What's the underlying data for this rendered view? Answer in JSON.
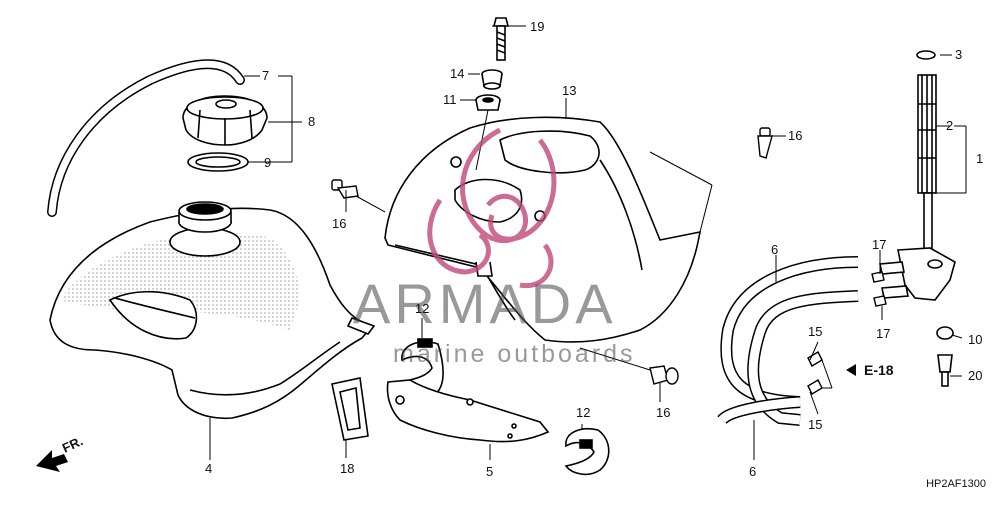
{
  "callouts": {
    "c1": "1",
    "c2": "2",
    "c3": "3",
    "c4": "4",
    "c5": "5",
    "c6a": "6",
    "c6b": "6",
    "c7": "7",
    "c8": "8",
    "c9": "9",
    "c10": "10",
    "c11": "11",
    "c12a": "12",
    "c12b": "12",
    "c13": "13",
    "c14": "14",
    "c15a": "15",
    "c15b": "15",
    "c16a": "16",
    "c16b": "16",
    "c16c": "16",
    "c17a": "17",
    "c17b": "17",
    "c18": "18",
    "c19": "19",
    "c20": "20"
  },
  "reference": "E-18",
  "front_marker": "FR.",
  "diagram_code": "HP2AF1300",
  "watermark": {
    "brand": "ARMADA",
    "sub": "marine outboards",
    "logo_color": "#c0477a"
  }
}
